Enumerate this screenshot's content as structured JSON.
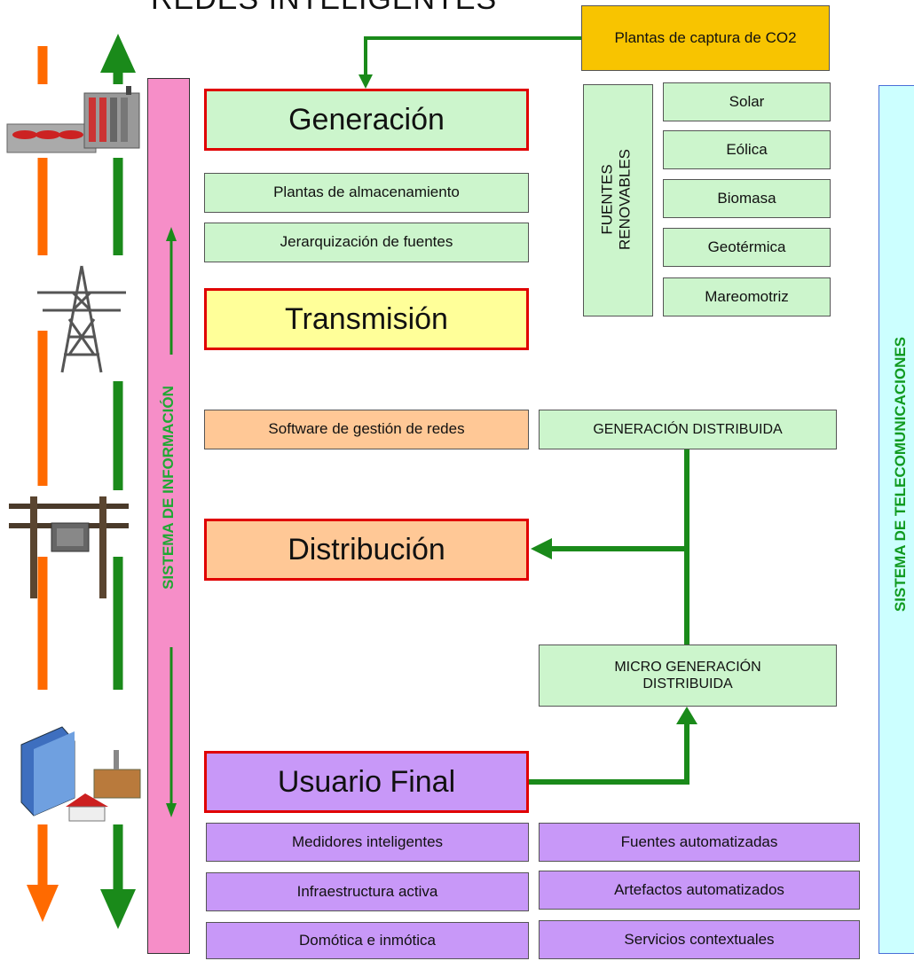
{
  "title": "REDES INTELIGENTES",
  "side_labels": {
    "info": "SISTEMA DE INFORMACIÓN",
    "telecom": "SISTEMA DE TELECOMUNICACIONES"
  },
  "stages": {
    "generacion": "Generación",
    "transmision": "Transmisión",
    "distribucion": "Distribución",
    "usuario": "Usuario Final"
  },
  "generacion_items": [
    "Plantas de almacenamiento",
    "Jerarquización de fuentes"
  ],
  "co2": "Plantas de captura de CO2",
  "renovables": {
    "label_line1": "FUENTES",
    "label_line2": "RENOVABLES",
    "items": [
      "Solar",
      "Eólica",
      "Biomasa",
      "Geotérmica",
      "Mareomotriz"
    ]
  },
  "software": "Software de gestión de redes",
  "gen_distribuida": "GENERACIÓN DISTRIBUIDA",
  "micro_gen_line1": "MICRO GENERACIÓN",
  "micro_gen_line2": "DISTRIBUIDA",
  "usuario_left": [
    "Medidores inteligentes",
    "Infraestructura activa",
    "Domótica e inmótica"
  ],
  "usuario_right": [
    "Fuentes automatizadas",
    "Artefactos automatizados",
    "Servicios contextuales"
  ],
  "colors": {
    "flow_arrow": "#1a8a1a",
    "orange_arrow": "#ff6a00",
    "stage_border": "#e00000"
  },
  "icons": [
    "power-plant-icon",
    "transmission-tower-icon",
    "utility-pole-icon",
    "buildings-icon"
  ]
}
